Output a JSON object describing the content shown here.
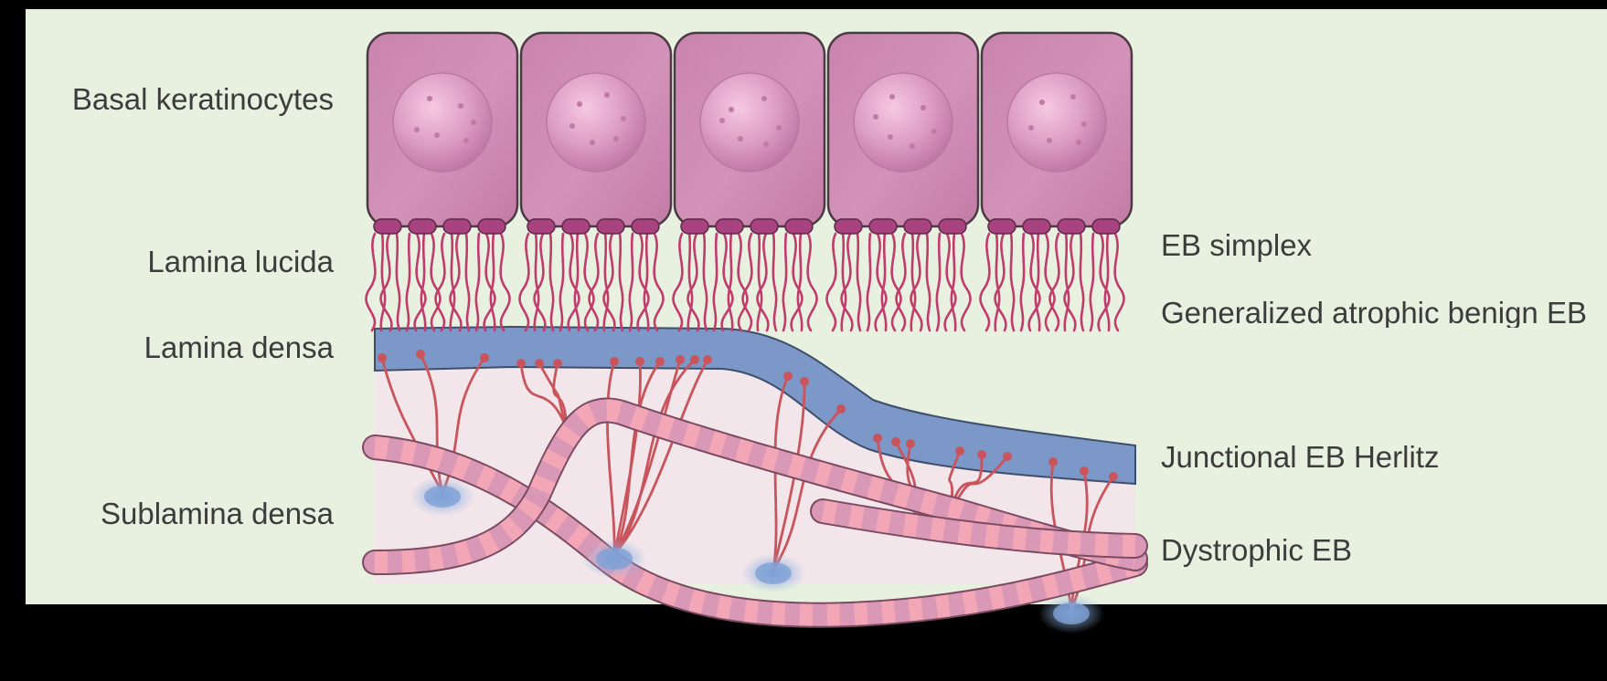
{
  "layer_labels": {
    "basal_keratinocytes": "Basal keratinocytes",
    "lamina_lucida": "Lamina lucida",
    "lamina_densa": "Lamina densa",
    "sublamina_densa": "Sublamina densa"
  },
  "disease_labels": {
    "eb_simplex": "EB simplex",
    "generalized_atrophic": "Generalized atrophic benign EB",
    "junctional_herlitz": "Junctional EB Herlitz",
    "dystrophic": "Dystrophic EB"
  },
  "colors": {
    "background": "#e8f1df",
    "frame": "#000000",
    "cell_fill": "#cf8fb4",
    "cell_stroke": "#4a3a44",
    "nucleus": "#dc9cc3",
    "hemidesmosome": "#a8437f",
    "filament": "#c03c6c",
    "lamina_densa": "#7c98c8",
    "sublamina": "#f3e4ec",
    "anchoring_fibril": "#c9545c",
    "collagen_a": "#d998b6",
    "collagen_b": "#f2a6b6",
    "anchoring_plaque": "#7fa2d6",
    "label_text": "#3c3c3c"
  }
}
